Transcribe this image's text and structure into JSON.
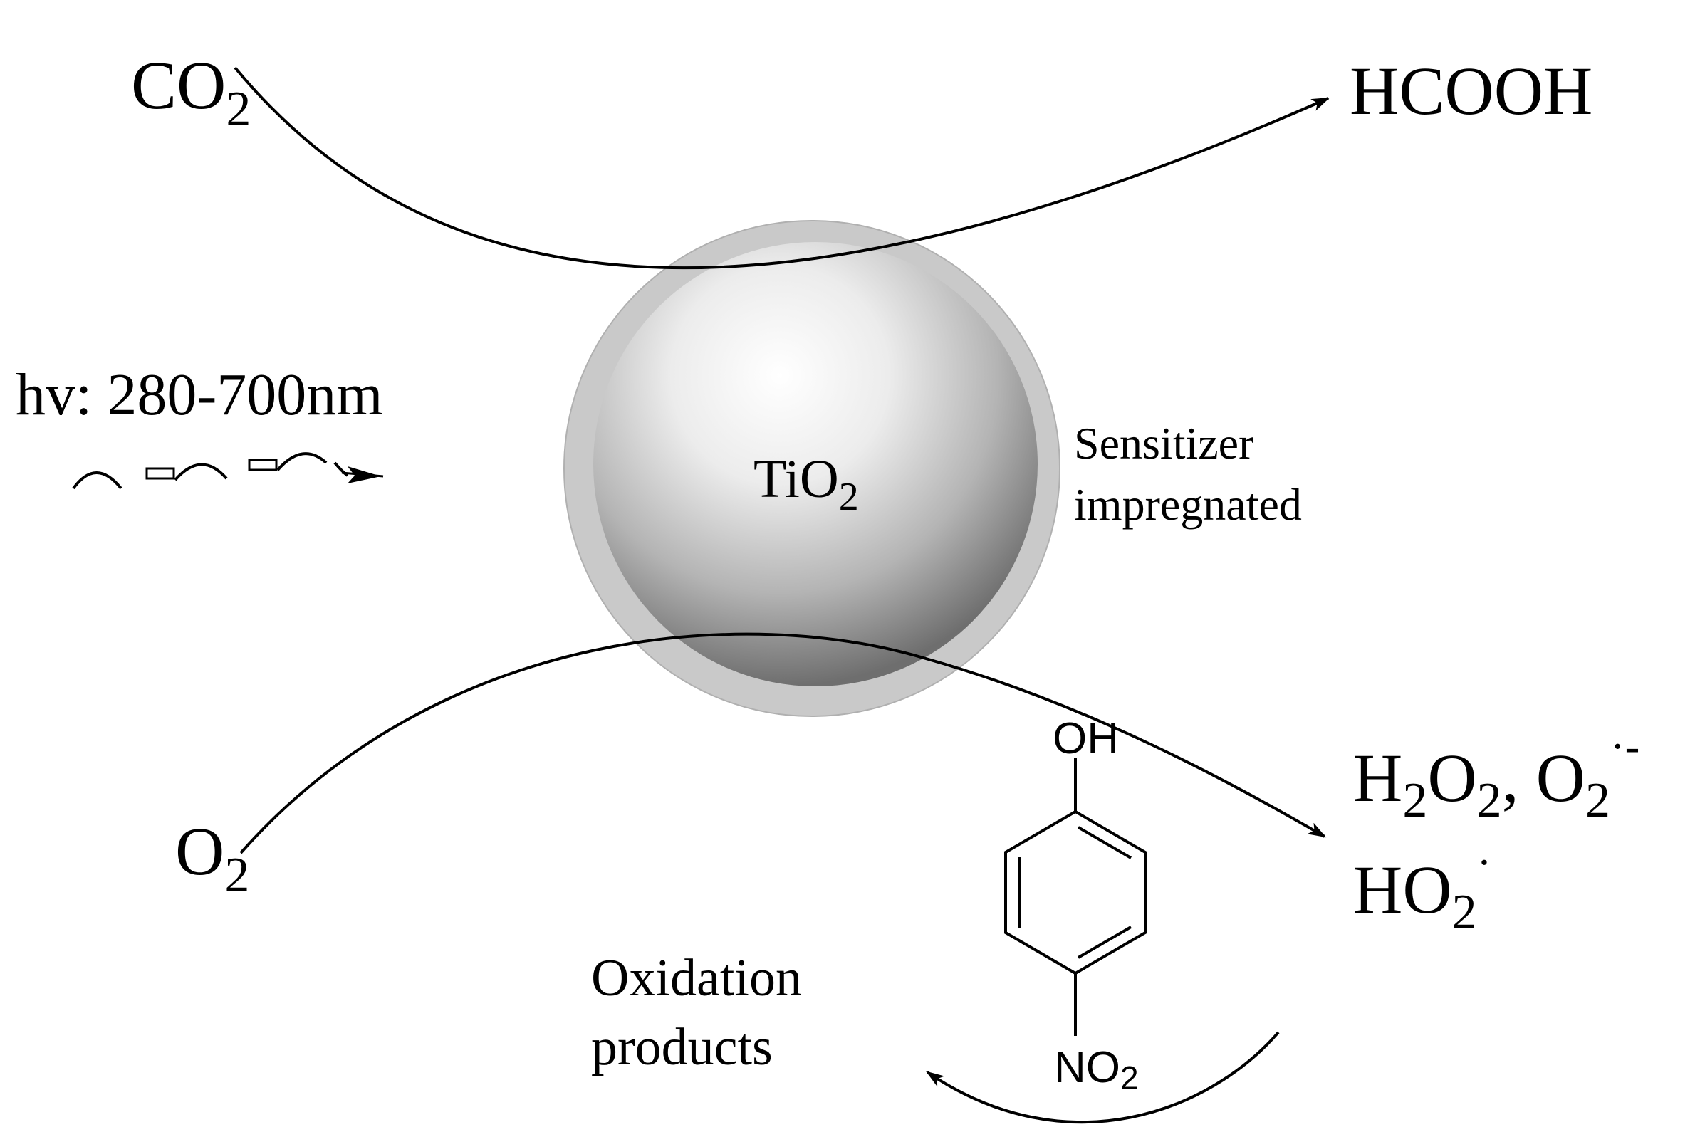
{
  "labels": {
    "co2": {
      "main": "CO",
      "sub": "2"
    },
    "hcooh": "HCOOH",
    "light": "hv: 280-700nm",
    "tio2": {
      "main": "TiO",
      "sub": "2"
    },
    "sensitizer_line1": "Sensitizer",
    "sensitizer_line2": "impregnated",
    "o2": {
      "main": "O",
      "sub": "2"
    },
    "ros_line1": {
      "h": "H",
      "sub1": "2",
      "o": "O",
      "sub2": "2",
      "rest": ", O",
      "sub3": "2",
      "sup": "·-"
    },
    "ros_line2": {
      "main": "HO",
      "sub": "2",
      "sup": "·"
    },
    "oxidation_line1": "Oxidation",
    "oxidation_line2": "products",
    "molecule": {
      "top": "OH",
      "bottom_main": "NO",
      "bottom_sub": "2"
    }
  },
  "colors": {
    "line": "#000000",
    "outer_shell": "#c8c8c8",
    "sphere_light": "#ffffff",
    "sphere_dark": "#6a6a6a"
  }
}
